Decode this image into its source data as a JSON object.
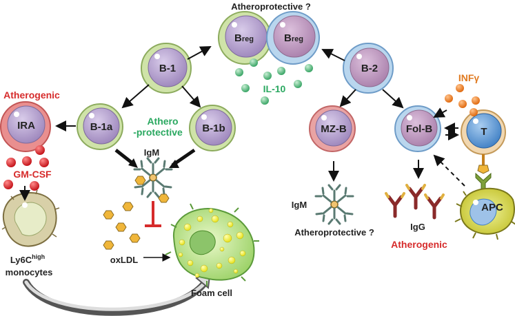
{
  "title_top": "Atheroprotective ?",
  "cells": {
    "b1": "B-1",
    "b1a": "B-1a",
    "b1b": "B-1b",
    "b2": "B-2",
    "breg_left": "B",
    "breg_right": "B",
    "breg_sub": "reg",
    "mzb": "MZ-B",
    "folb": "Fol-B",
    "ira": "IRA",
    "t": "T",
    "apc": "APC"
  },
  "labels": {
    "atherogenic_left": "Atherogenic",
    "athero_protective_1": "Athero",
    "athero_protective_2": "-protective",
    "igm_left": "IgM",
    "il10": "IL-10",
    "infg": "INFγ",
    "gmcsf": "GM-CSF",
    "ly6c": "Ly6C",
    "ly6c_sup": "high",
    "monocytes": "monocytes",
    "oxldl": "oxLDL",
    "foam_cell": "Foam cell",
    "igm_right": "IgM",
    "atheroprotective_q": "Atheroprotective ?",
    "igg": "IgG",
    "atherogenic_right": "Atherogenic"
  },
  "colors": {
    "atherogenic": "#d62b2b",
    "atheroprotective": "#2aa860",
    "infg": "#e07a20",
    "cell_nucleus": "#b9a4cf",
    "b1_membrane": "#cfe3a8",
    "b2_membrane": "#b9d6ee",
    "ira_membrane": "#e98f8f"
  }
}
